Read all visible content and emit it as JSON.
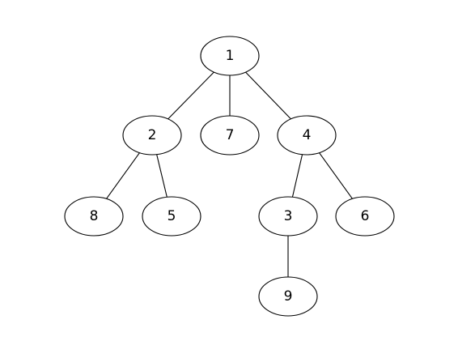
{
  "diagram": {
    "type": "tree",
    "nodes": [
      {
        "id": "n1",
        "label": "1"
      },
      {
        "id": "n2",
        "label": "2"
      },
      {
        "id": "n7",
        "label": "7"
      },
      {
        "id": "n4",
        "label": "4"
      },
      {
        "id": "n8",
        "label": "8"
      },
      {
        "id": "n5",
        "label": "5"
      },
      {
        "id": "n3",
        "label": "3"
      },
      {
        "id": "n6",
        "label": "6"
      },
      {
        "id": "n9",
        "label": "9"
      }
    ],
    "edges": [
      {
        "from": "n1",
        "to": "n2"
      },
      {
        "from": "n1",
        "to": "n7"
      },
      {
        "from": "n1",
        "to": "n4"
      },
      {
        "from": "n2",
        "to": "n8"
      },
      {
        "from": "n2",
        "to": "n5"
      },
      {
        "from": "n4",
        "to": "n3"
      },
      {
        "from": "n4",
        "to": "n6"
      },
      {
        "from": "n3",
        "to": "n9"
      }
    ]
  }
}
